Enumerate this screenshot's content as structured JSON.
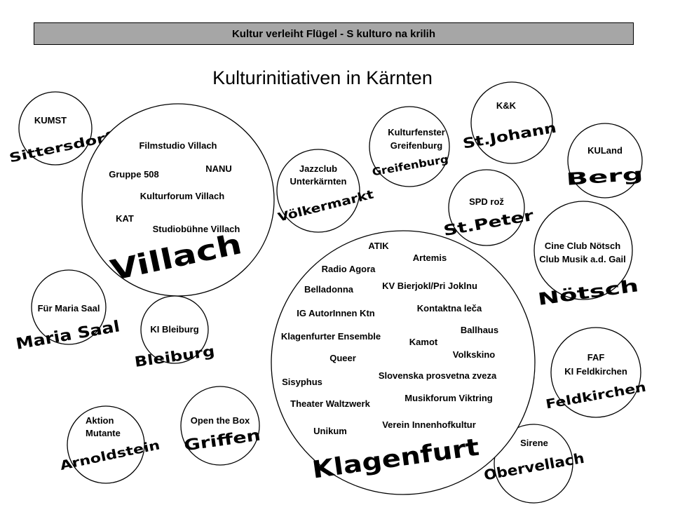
{
  "banner": "Kultur verleiht Flügel - S kulturo na krilih",
  "heading": "Kulturinitiativen in Kärnten",
  "regions": [
    {
      "id": "sittersdorf",
      "place": "Sittersdorf",
      "initiatives": [
        "KUMST"
      ]
    },
    {
      "id": "villach",
      "place": "Villach",
      "initiatives": [
        "Filmstudio Villach",
        "NANU",
        "Gruppe 508",
        "Kulturforum Villach",
        "KAT",
        "Studiobühne Villach"
      ]
    },
    {
      "id": "maria-saal",
      "place": "Maria Saal",
      "initiatives": [
        "Für Maria Saal"
      ]
    },
    {
      "id": "bleiburg",
      "place": "Bleiburg",
      "initiatives": [
        "KI Bleiburg"
      ]
    },
    {
      "id": "arnoldstein",
      "place": "Arnoldstein",
      "initiatives": [
        "Aktion",
        "Mutante"
      ]
    },
    {
      "id": "griffen",
      "place": "Griffen",
      "initiatives": [
        "Open the Box"
      ]
    },
    {
      "id": "voelkermarkt",
      "place": "Völkermarkt",
      "initiatives": [
        "Jazzclub",
        "Unterkärnten"
      ]
    },
    {
      "id": "greifenburg",
      "place": "Greifenburg",
      "initiatives": [
        "Kulturfenster",
        "Greifenburg"
      ]
    },
    {
      "id": "st-johann",
      "place": "St.Johann",
      "initiatives": [
        "K&K"
      ]
    },
    {
      "id": "st-peter",
      "place": "St.Peter",
      "initiatives": [
        "SPD rož"
      ]
    },
    {
      "id": "berg",
      "place": "Berg",
      "initiatives": [
        "KULand"
      ]
    },
    {
      "id": "noetsch",
      "place": "Nötsch",
      "initiatives": [
        "Cine Club Nötsch",
        "Club Musik a.d. Gail"
      ]
    },
    {
      "id": "feldkirchen",
      "place": "Feldkirchen",
      "initiatives": [
        "FAF",
        "KI Feldkirchen"
      ]
    },
    {
      "id": "obervellach",
      "place": "Obervellach",
      "initiatives": [
        "Sirene"
      ]
    },
    {
      "id": "klagenfurt",
      "place": "Klagenfurt",
      "initiatives": [
        "ATIK",
        "Artemis",
        "Radio Agora",
        "KV Bierjokl/Pri Joklnu",
        "Belladonna",
        "Kontaktna leča",
        "IG AutorInnen Ktn",
        "Ballhaus",
        "Klagenfurter Ensemble",
        "Kamot",
        "Volkskino",
        "Queer",
        "Slovenska prosvetna zveza",
        "Sisyphus",
        "Musikforum Viktring",
        "Theater Waltzwerk",
        "Verein Innenhofkultur",
        "Unikum"
      ]
    }
  ]
}
